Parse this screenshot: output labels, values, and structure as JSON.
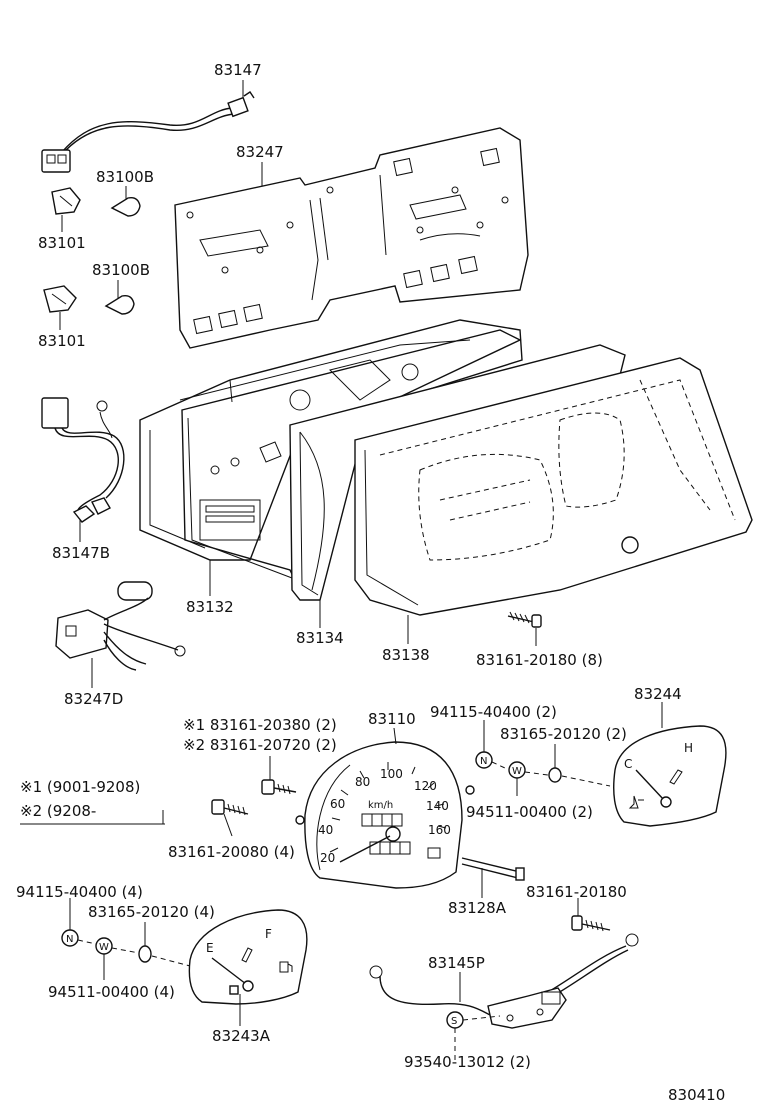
{
  "labels": {
    "p83147": "83147",
    "p83247": "83247",
    "p83100B_a": "83100B",
    "p83101_a": "83101",
    "p83100B_b": "83100B",
    "p83101_b": "83101",
    "p83147B": "83147B",
    "p83132": "83132",
    "p83134": "83134",
    "p83138": "83138",
    "p83161_20180_8": "83161-20180 (8)",
    "p83247D": "83247D",
    "note1_part": "※1 83161-20380 (2)",
    "note2_part": "※2 83161-20720 (2)",
    "p83110": "83110",
    "p94115_40400_2": "94115-40400 (2)",
    "p83165_20120_2": "83165-20120 (2)",
    "p83244": "83244",
    "p94511_00400_2": "94511-00400 (2)",
    "legend1": "※1 (9001-9208)",
    "legend2": "※2 (9208-",
    "p83161_20080_4": "83161-20080 (4)",
    "p94115_40400_4": "94115-40400 (4)",
    "p83165_20120_4": "83165-20120 (4)",
    "p83128A": "83128A",
    "p83161_20180": "83161-20180",
    "p94511_00400_4": "94511-00400 (4)",
    "p83145P": "83145P",
    "p83243A": "83243A",
    "p93540_13012_2": "93540-13012 (2)",
    "figure_no": "830410"
  },
  "symbols": {
    "nut": "N",
    "washer": "W",
    "screw": "S"
  },
  "gauge": {
    "unit": "km/h",
    "ticks": [
      "20",
      "40",
      "60",
      "80",
      "100",
      "120",
      "140",
      "160"
    ],
    "fuel_marks": [
      "E",
      "F"
    ],
    "temp_marks": [
      "C",
      "H"
    ]
  },
  "icons": [
    "nut-symbol-icon",
    "washer-symbol-icon",
    "screw-symbol-icon",
    "fuel-pump-icon",
    "temperature-icon"
  ]
}
